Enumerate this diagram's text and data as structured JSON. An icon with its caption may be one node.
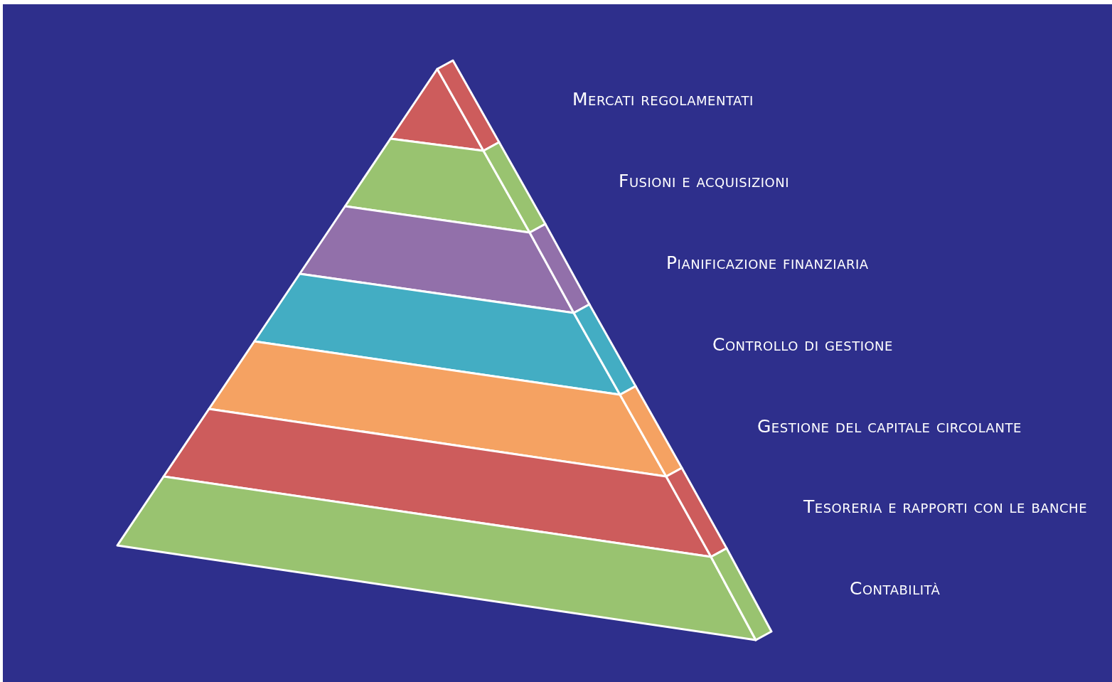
{
  "diagram": {
    "nodes": [
      {
        "text": [],
        "shape": "triangle"
      },
      {
        "text": [],
        "shape": "band"
      },
      {
        "text": [],
        "shape": "band"
      },
      {
        "text": [],
        "shape": "band"
      },
      {
        "text": [],
        "shape": "band"
      },
      {
        "text": [],
        "shape": "band"
      },
      {
        "text": [],
        "shape": "band"
      }
    ],
    "labels": [
      "Mercati regolamentati",
      "Fusioni e acquisizioni",
      "Pianificazione finanziaria",
      "Controllo di gestione",
      "Gestione del capitale circolante",
      "Tesoreria e rapporti con le banche",
      "Contabilità"
    ]
  }
}
